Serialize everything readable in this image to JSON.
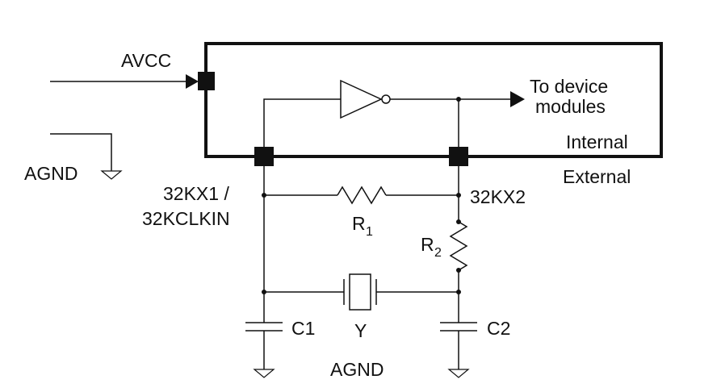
{
  "labels": {
    "avcc": "AVCC",
    "agnd_left": "AGND",
    "to_device_line1": "To device",
    "to_device_line2": "modules",
    "internal": "Internal",
    "external": "External",
    "pin_32kx1_line1": "32KX1 /",
    "pin_32kx1_line2": "32KCLKIN",
    "pin_32kx2": "32KX2",
    "r1": "R",
    "r1_sub": "1",
    "r2": "R",
    "r2_sub": "2",
    "c1": "C1",
    "crystal": "Y",
    "c2": "C2",
    "agnd_bottom": "AGND"
  },
  "colors": {
    "stroke": "#111111",
    "background": "#ffffff"
  }
}
